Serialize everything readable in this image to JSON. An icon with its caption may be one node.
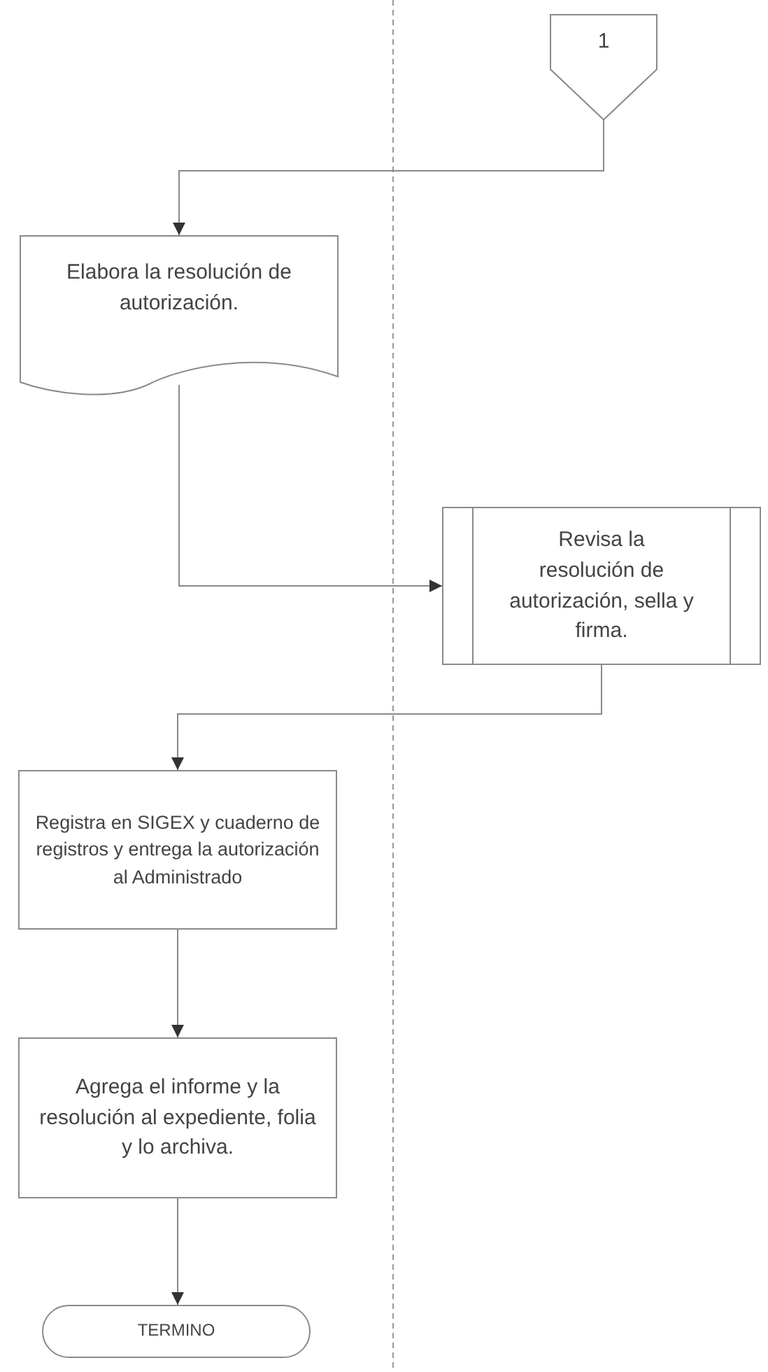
{
  "diagram": {
    "nodes": [
      {
        "text": [
          "1"
        ]
      },
      {
        "text": [
          "Elabora la resolución de autorización."
        ]
      },
      {
        "text": [
          "Revisa la resolución de autorización, sella y firma."
        ]
      },
      {
        "text": [
          "Registra en SIGEX y cuaderno de registros y entrega la autorización al Administrado"
        ]
      },
      {
        "text": [
          "Agrega el informe y la resolución al expediente, folia y lo archiva."
        ]
      },
      {
        "text": [
          "TERMINO"
        ]
      }
    ],
    "edges": [
      {
        "from": 0,
        "to": 1,
        "arrow": "to"
      },
      {
        "from": 1,
        "to": 2,
        "arrow": "to"
      },
      {
        "from": 2,
        "to": 3,
        "arrow": "to"
      },
      {
        "from": 3,
        "to": 4,
        "arrow": "to"
      },
      {
        "from": 4,
        "to": 5,
        "arrow": "to"
      }
    ]
  }
}
